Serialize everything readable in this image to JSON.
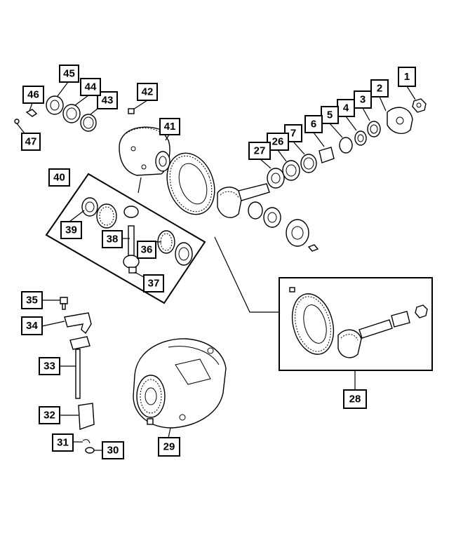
{
  "diagram_title": "",
  "callouts": [
    {
      "id": "c1",
      "label": "1"
    },
    {
      "id": "c2",
      "label": "2"
    },
    {
      "id": "c3",
      "label": "3"
    },
    {
      "id": "c4",
      "label": "4"
    },
    {
      "id": "c5",
      "label": "5"
    },
    {
      "id": "c6",
      "label": "6"
    },
    {
      "id": "c7",
      "label": "7"
    },
    {
      "id": "c26",
      "label": "26"
    },
    {
      "id": "c27",
      "label": "27"
    },
    {
      "id": "c28",
      "label": "28"
    },
    {
      "id": "c29",
      "label": "29"
    },
    {
      "id": "c30",
      "label": "30"
    },
    {
      "id": "c31",
      "label": "31"
    },
    {
      "id": "c32",
      "label": "32"
    },
    {
      "id": "c33",
      "label": "33"
    },
    {
      "id": "c34",
      "label": "34"
    },
    {
      "id": "c35",
      "label": "35"
    },
    {
      "id": "c36",
      "label": "36"
    },
    {
      "id": "c37",
      "label": "37"
    },
    {
      "id": "c38",
      "label": "38"
    },
    {
      "id": "c39",
      "label": "39"
    },
    {
      "id": "c40",
      "label": "40"
    },
    {
      "id": "c41",
      "label": "41"
    },
    {
      "id": "c42",
      "label": "42"
    },
    {
      "id": "c43",
      "label": "43"
    },
    {
      "id": "c44",
      "label": "44"
    },
    {
      "id": "c45",
      "label": "45"
    },
    {
      "id": "c46",
      "label": "46"
    },
    {
      "id": "c47",
      "label": "47"
    }
  ]
}
